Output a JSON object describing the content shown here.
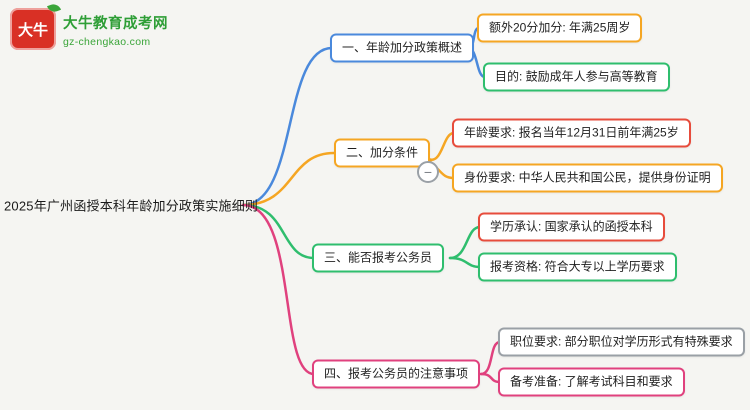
{
  "colors": {
    "blue": "#4a89dc",
    "orange": "#f5a623",
    "green": "#2fbe6e",
    "pink": "#e0417e",
    "red": "#e74c3c",
    "gray": "#9aa0a6",
    "logo_red": "#d93025",
    "logo_green": "#3aa539"
  },
  "logo": {
    "brand_mark": "大牛",
    "site_name": "大牛教育成考网",
    "site_url": "gz-chengkao.com"
  },
  "root": {
    "label": "2025年广州函授本科年龄加分政策实施细则"
  },
  "collapse_button": {
    "glyph": "−"
  },
  "branches": [
    {
      "label": "一、年龄加分政策概述",
      "children": [
        {
          "label": "额外20分加分: 年满25周岁"
        },
        {
          "label": "目的: 鼓励成年人参与高等教育"
        }
      ]
    },
    {
      "label": "二、加分条件",
      "children": [
        {
          "label": "年龄要求: 报名当年12月31日前年满25岁"
        },
        {
          "label": "身份要求: 中华人民共和国公民，提供身份证明"
        }
      ]
    },
    {
      "label": "三、能否报考公务员",
      "children": [
        {
          "label": "学历承认: 国家承认的函授本科"
        },
        {
          "label": "报考资格: 符合大专以上学历要求"
        }
      ]
    },
    {
      "label": "四、报考公务员的注意事项",
      "children": [
        {
          "label": "职位要求: 部分职位对学历形式有特殊要求"
        },
        {
          "label": "备考准备: 了解考试科目和要求"
        }
      ]
    }
  ]
}
